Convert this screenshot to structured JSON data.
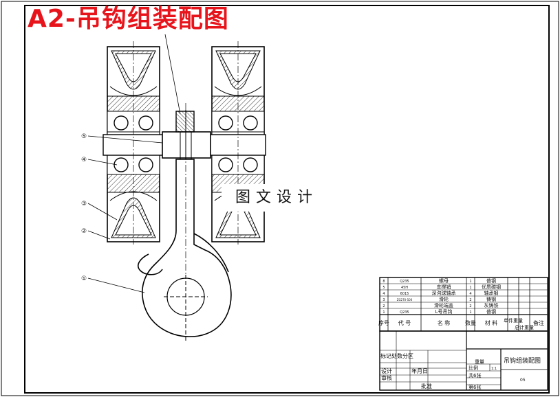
{
  "banner": {
    "title": "A2-吊钩组装配图",
    "color": "#e8141c"
  },
  "watermark": {
    "text": "图文设计"
  },
  "balloons": [
    "⑤",
    "④",
    "③",
    "②",
    "①"
  ],
  "parts_list": {
    "rows": [
      {
        "no": "8",
        "code": "Q235",
        "name": "螺母",
        "qty": "1",
        "material": "普钢",
        "weight": "",
        "note": ""
      },
      {
        "no": "5",
        "code": "45H",
        "name": "支撑销",
        "qty": "1",
        "material": "优质碳钢",
        "weight": "",
        "note": ""
      },
      {
        "no": "4",
        "code": "6015",
        "name": "深沟球轴承",
        "qty": "4",
        "material": "轴承钢",
        "weight": "",
        "note": ""
      },
      {
        "no": "3",
        "code": "ZG270-500",
        "name": "滑轮",
        "qty": "2",
        "material": "铸钢",
        "weight": "",
        "note": ""
      },
      {
        "no": "2",
        "code": "",
        "name": "滑轮端盖",
        "qty": "2",
        "material": "灰铸铁",
        "weight": "",
        "note": ""
      },
      {
        "no": "1",
        "code": "Q235",
        "name": "L号吊钩",
        "qty": "1",
        "material": "普钢",
        "weight": "",
        "note": ""
      }
    ],
    "header": {
      "no": "序号",
      "code": "代 号",
      "name": "名 称",
      "qty": "数量",
      "material": "材 料",
      "unit_weight": "单件重量",
      "total_weight": "总计重量",
      "note": "备注"
    }
  },
  "title_block": {
    "change_row": "标记处数分区",
    "design": "设计",
    "date": "年月日",
    "review": "审核",
    "approve": "批准",
    "weight": "重量",
    "scale_label": "比例",
    "scale_value": "1:1",
    "total_sheets": "共6张",
    "sheet_no": "第6张",
    "drawing_title": "吊钩组装配图",
    "drawing_no": "05"
  }
}
